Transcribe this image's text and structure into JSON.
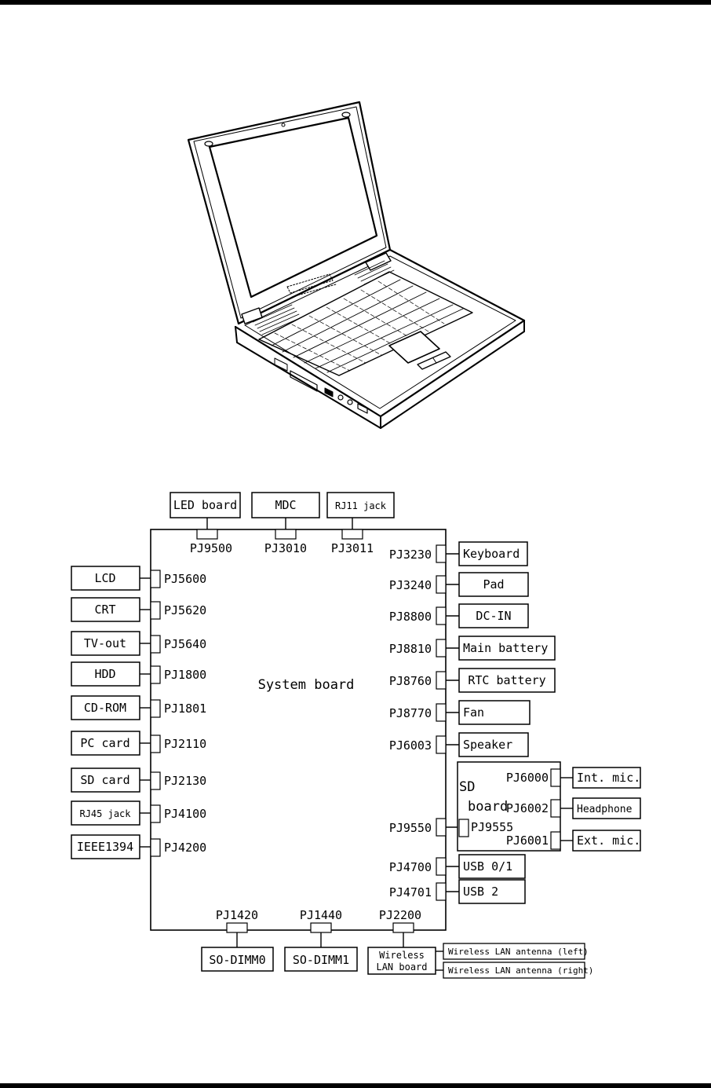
{
  "system_board": "System board",
  "sd_board": [
    "SD",
    "board"
  ],
  "top": [
    {
      "id": "led",
      "box": "LED board",
      "conn": "PJ9500"
    },
    {
      "id": "mdc",
      "box": "MDC",
      "conn": "PJ3010"
    },
    {
      "id": "rj11",
      "box": "RJ11 jack",
      "conn": "PJ3011"
    }
  ],
  "left": [
    {
      "id": "lcd",
      "box": "LCD",
      "conn": "PJ5600"
    },
    {
      "id": "crt",
      "box": "CRT",
      "conn": "PJ5620"
    },
    {
      "id": "tvout",
      "box": "TV-out",
      "conn": "PJ5640"
    },
    {
      "id": "hdd",
      "box": "HDD",
      "conn": "PJ1800"
    },
    {
      "id": "cdrom",
      "box": "CD-ROM",
      "conn": "PJ1801"
    },
    {
      "id": "pccard",
      "box": "PC card",
      "conn": "PJ2110"
    },
    {
      "id": "sdcard",
      "box": "SD card",
      "conn": "PJ2130"
    },
    {
      "id": "rj45",
      "box": "RJ45 jack",
      "conn": "PJ4100"
    },
    {
      "id": "ieee1394",
      "box": "IEEE1394",
      "conn": "PJ4200"
    }
  ],
  "right": [
    {
      "id": "keyboard",
      "box": "Keyboard",
      "conn": "PJ3230"
    },
    {
      "id": "pad",
      "box": "Pad",
      "conn": "PJ3240"
    },
    {
      "id": "dcin",
      "box": "DC-IN",
      "conn": "PJ8800"
    },
    {
      "id": "mainbattery",
      "box": "Main battery",
      "conn": "PJ8810"
    },
    {
      "id": "rtcbattery",
      "box": "RTC battery",
      "conn": "PJ8760"
    },
    {
      "id": "fan",
      "box": "Fan",
      "conn": "PJ8770"
    },
    {
      "id": "speaker",
      "box": "Speaker",
      "conn": "PJ6003"
    },
    {
      "id": "sdboard",
      "box": "",
      "conn": "PJ9550"
    },
    {
      "id": "usb01",
      "box": "USB 0/1",
      "conn": "PJ4700"
    },
    {
      "id": "usb2",
      "box": "USB 2",
      "conn": "PJ4701"
    }
  ],
  "sd": [
    {
      "id": "intmic",
      "box": "Int. mic.",
      "conn": "PJ6000"
    },
    {
      "id": "headphone",
      "box": "Headphone",
      "conn": "PJ6002"
    },
    {
      "id": "extmic",
      "box": "Ext. mic.",
      "conn": "PJ6001"
    }
  ],
  "sd_conn": "PJ9555",
  "bottom": [
    {
      "id": "sodimm0",
      "box": "SO-DIMM0",
      "conn": "PJ1420"
    },
    {
      "id": "sodimm1",
      "box": "SO-DIMM1",
      "conn": "PJ1440"
    },
    {
      "id": "wlan",
      "box": [
        "Wireless",
        "LAN board"
      ],
      "conn": "PJ2200"
    }
  ],
  "antennas": [
    "Wireless LAN antenna (left)",
    "Wireless LAN antenna (right)"
  ]
}
